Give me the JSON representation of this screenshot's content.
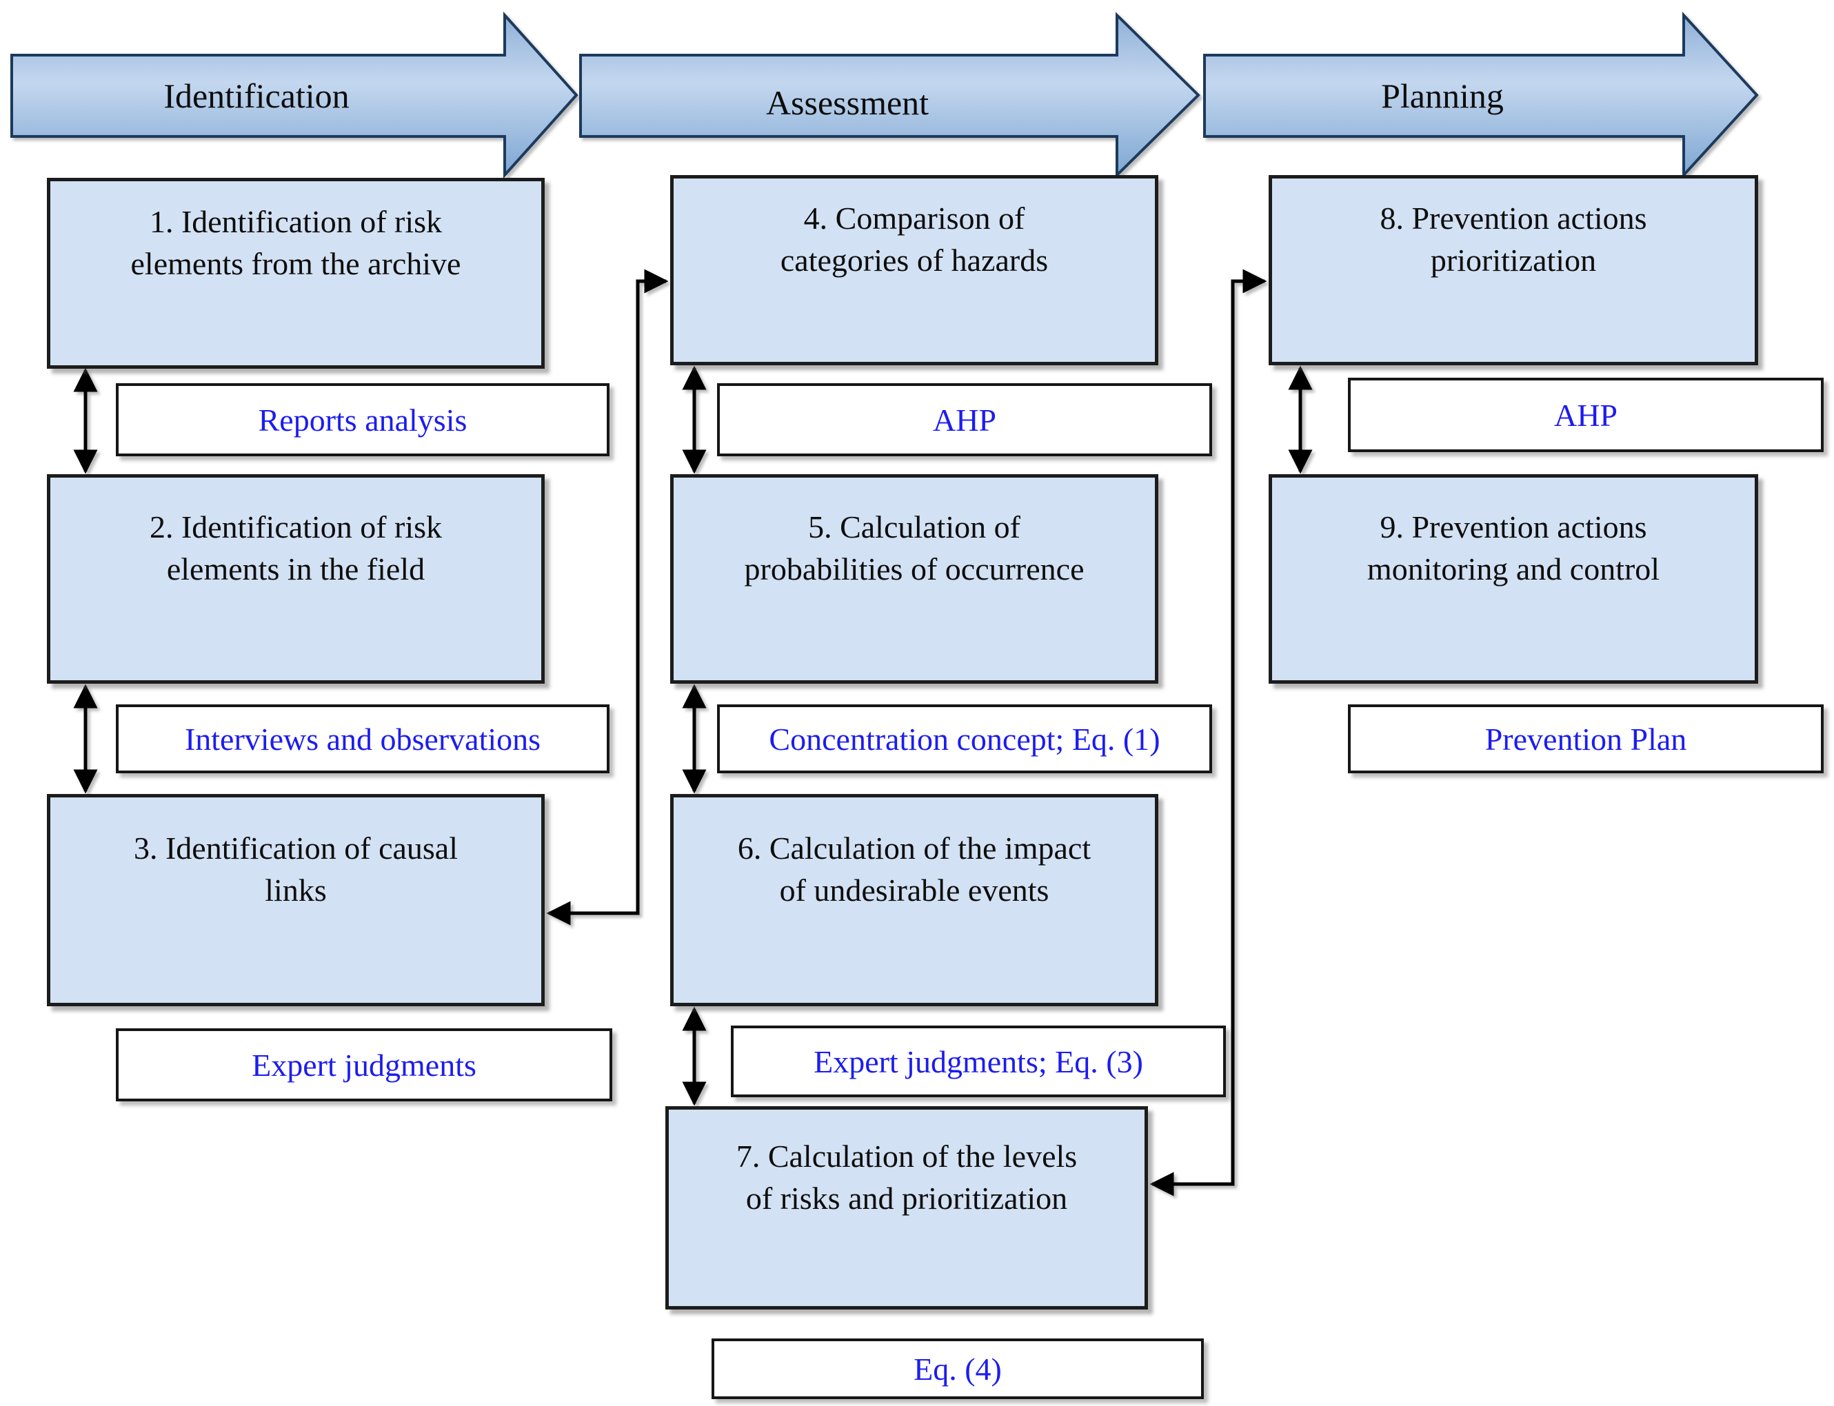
{
  "figure": {
    "type": "flowchart",
    "description": "Risk management process: identification, assessment and planning phases"
  },
  "phases": [
    {
      "label": "Identification"
    },
    {
      "label": "Assessment"
    },
    {
      "label": "Planning"
    }
  ],
  "steps": [
    {
      "phase": "Identification",
      "lines": [
        "1. Identification of risk",
        "elements from the archive"
      ],
      "method": "Reports analysis"
    },
    {
      "phase": "Identification",
      "lines": [
        "2. Identification of risk",
        "elements in the field"
      ],
      "method": "Interviews and observations"
    },
    {
      "phase": "Identification",
      "lines": [
        "3. Identification of causal",
        "links"
      ],
      "method": "Expert judgments"
    },
    {
      "phase": "Assessment",
      "lines": [
        "4. Comparison of",
        "categories of hazards"
      ],
      "method": "AHP"
    },
    {
      "phase": "Assessment",
      "lines": [
        "5. Calculation of",
        "probabilities of occurrence"
      ],
      "method": "Concentration concept; Eq. (1)"
    },
    {
      "phase": "Assessment",
      "lines": [
        "6. Calculation of the impact",
        "of undesirable events"
      ],
      "method": "Expert judgments; Eq. (3)"
    },
    {
      "phase": "Assessment",
      "lines": [
        "7. Calculation of the levels",
        "of risks and prioritization"
      ],
      "method": "Eq. (4)"
    },
    {
      "phase": "Planning",
      "lines": [
        "8. Prevention actions",
        "prioritization"
      ],
      "method": "AHP"
    },
    {
      "phase": "Planning",
      "lines": [
        "9. Prevention actions",
        "monitoring and control"
      ],
      "method": "Prevention Plan"
    }
  ],
  "connections": [
    {
      "from": 1,
      "to": 2,
      "style": "double-headed"
    },
    {
      "from": 2,
      "to": 3,
      "style": "double-headed"
    },
    {
      "from": 3,
      "to": 4,
      "style": "double-headed-elbow"
    },
    {
      "from": 4,
      "to": 5,
      "style": "double-headed"
    },
    {
      "from": 5,
      "to": 6,
      "style": "double-headed"
    },
    {
      "from": 6,
      "to": 7,
      "style": "double-headed"
    },
    {
      "from": 7,
      "to": 8,
      "style": "double-headed-elbow"
    },
    {
      "from": 8,
      "to": 9,
      "style": "double-headed"
    }
  ],
  "colors": {
    "box_fill": "#d2e1f3",
    "box_border": "#1c1c1c",
    "label_fill": "#ffffff",
    "label_border": "#161616",
    "label_text": "#1c1cf0",
    "text": "#0d0d0d",
    "arrow_top": "#8fb0d7",
    "arrow_mid": "#c4d7ef",
    "arrow_bottom": "#7ea7d2",
    "arrow_border": "#1c3a5e",
    "connector": "#000000"
  }
}
